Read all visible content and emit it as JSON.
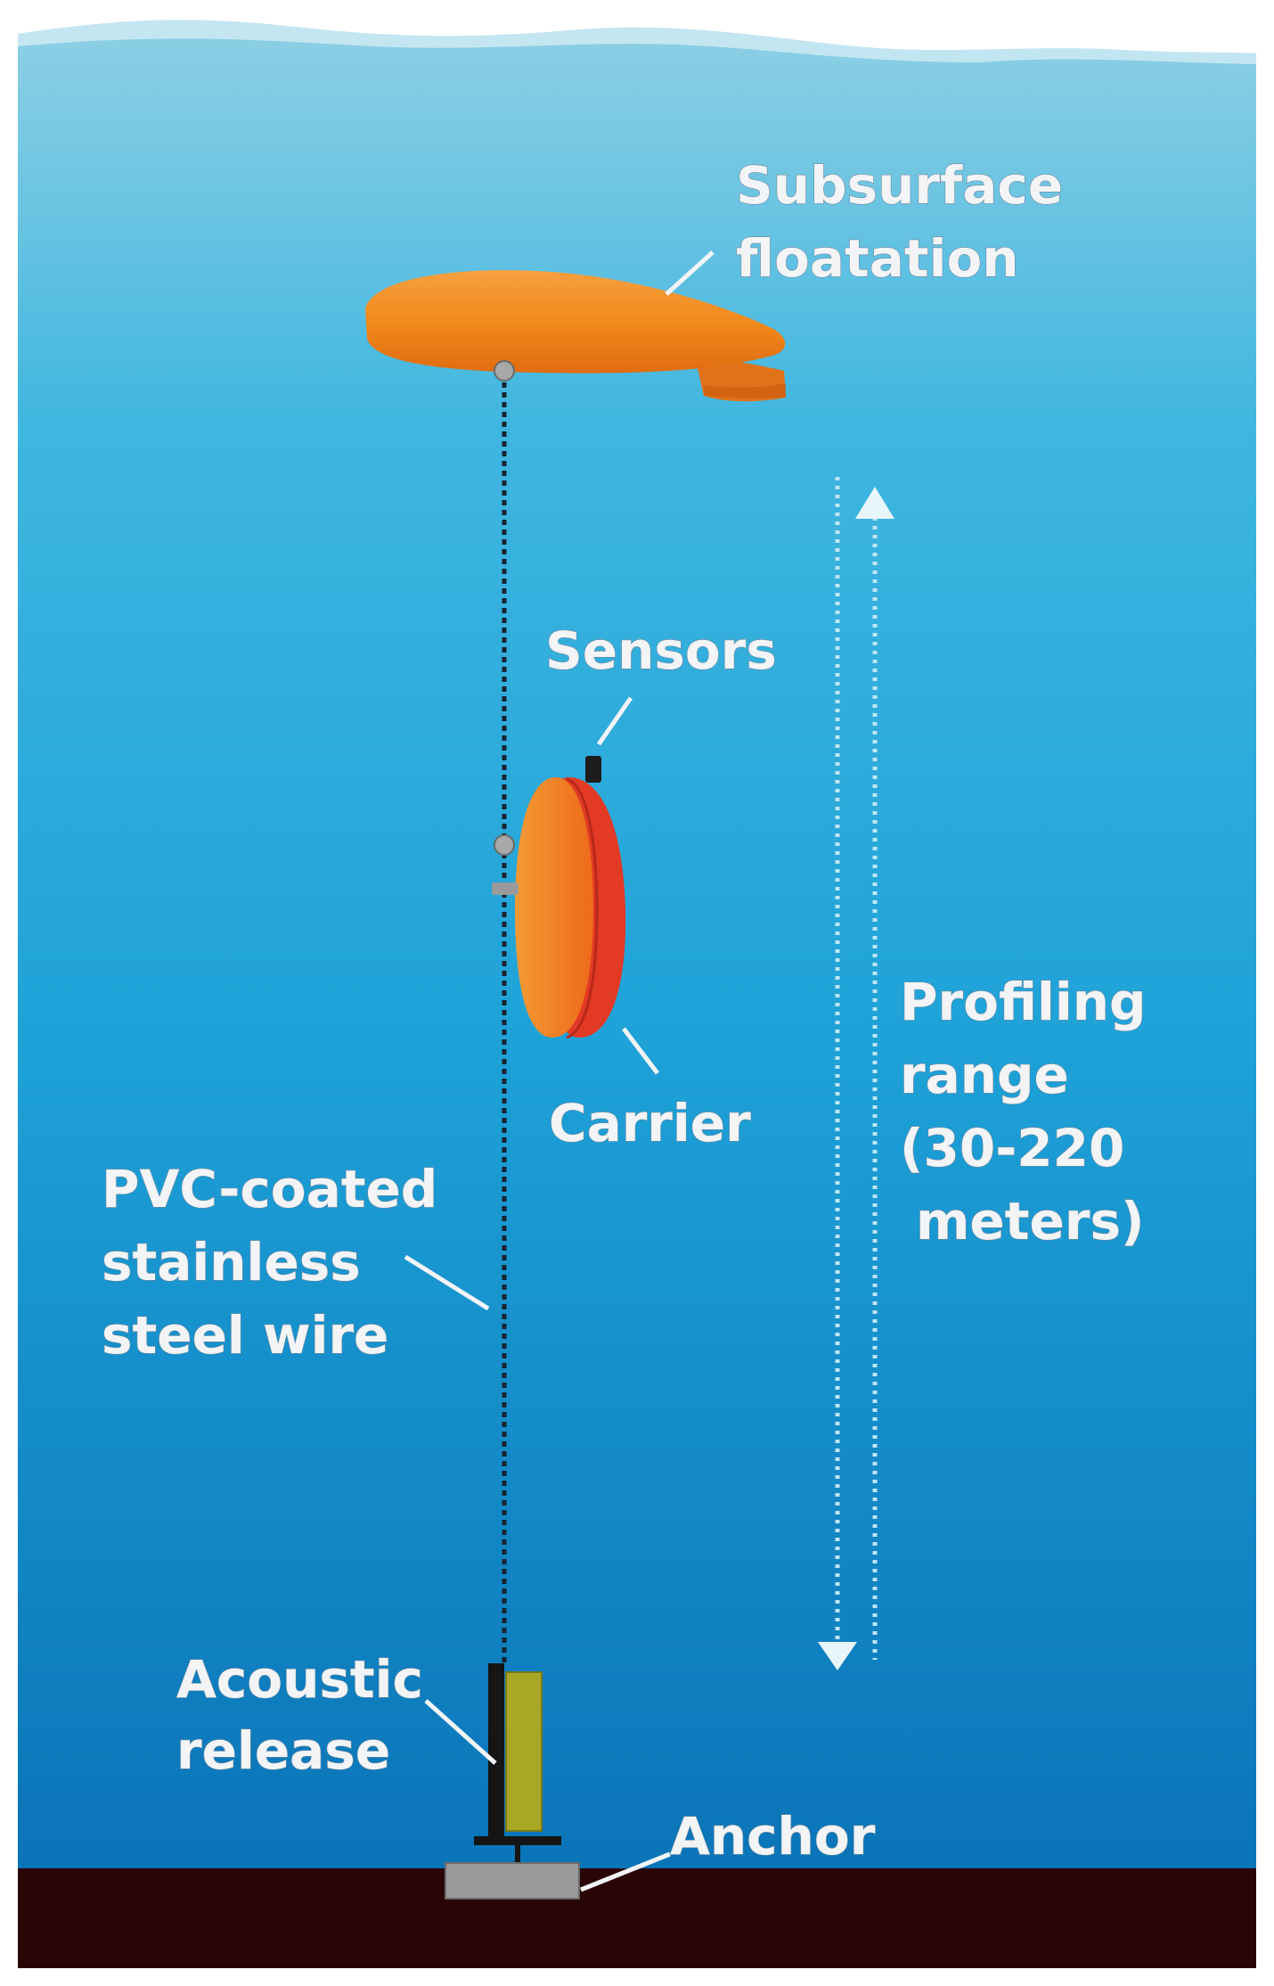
{
  "diagram": {
    "labels": {
      "subsurface_floatation": [
        "Subsurface",
        "floatation"
      ],
      "sensors": "Sensors",
      "carrier": "Carrier",
      "profiling_range": [
        "Profiling",
        "range",
        "(30-220",
        "meters)"
      ],
      "wire": [
        "PVC-coated",
        "stainless",
        "steel wire"
      ],
      "acoustic_release": [
        "Acoustic",
        "release"
      ],
      "anchor": "Anchor"
    },
    "colors": {
      "water_top": "#8fd0e4",
      "water_mid": "#1ea8da",
      "water_bottom": "#0a74b8",
      "seabed": "#2a0506",
      "float_orange": "#f28a1c",
      "carrier_orange": "#f47a1e",
      "carrier_red": "#e23a24",
      "release_yellow": "#a8a826",
      "anchor_gray": "#9a9a9a",
      "label_text": "#f2f4f6"
    }
  }
}
